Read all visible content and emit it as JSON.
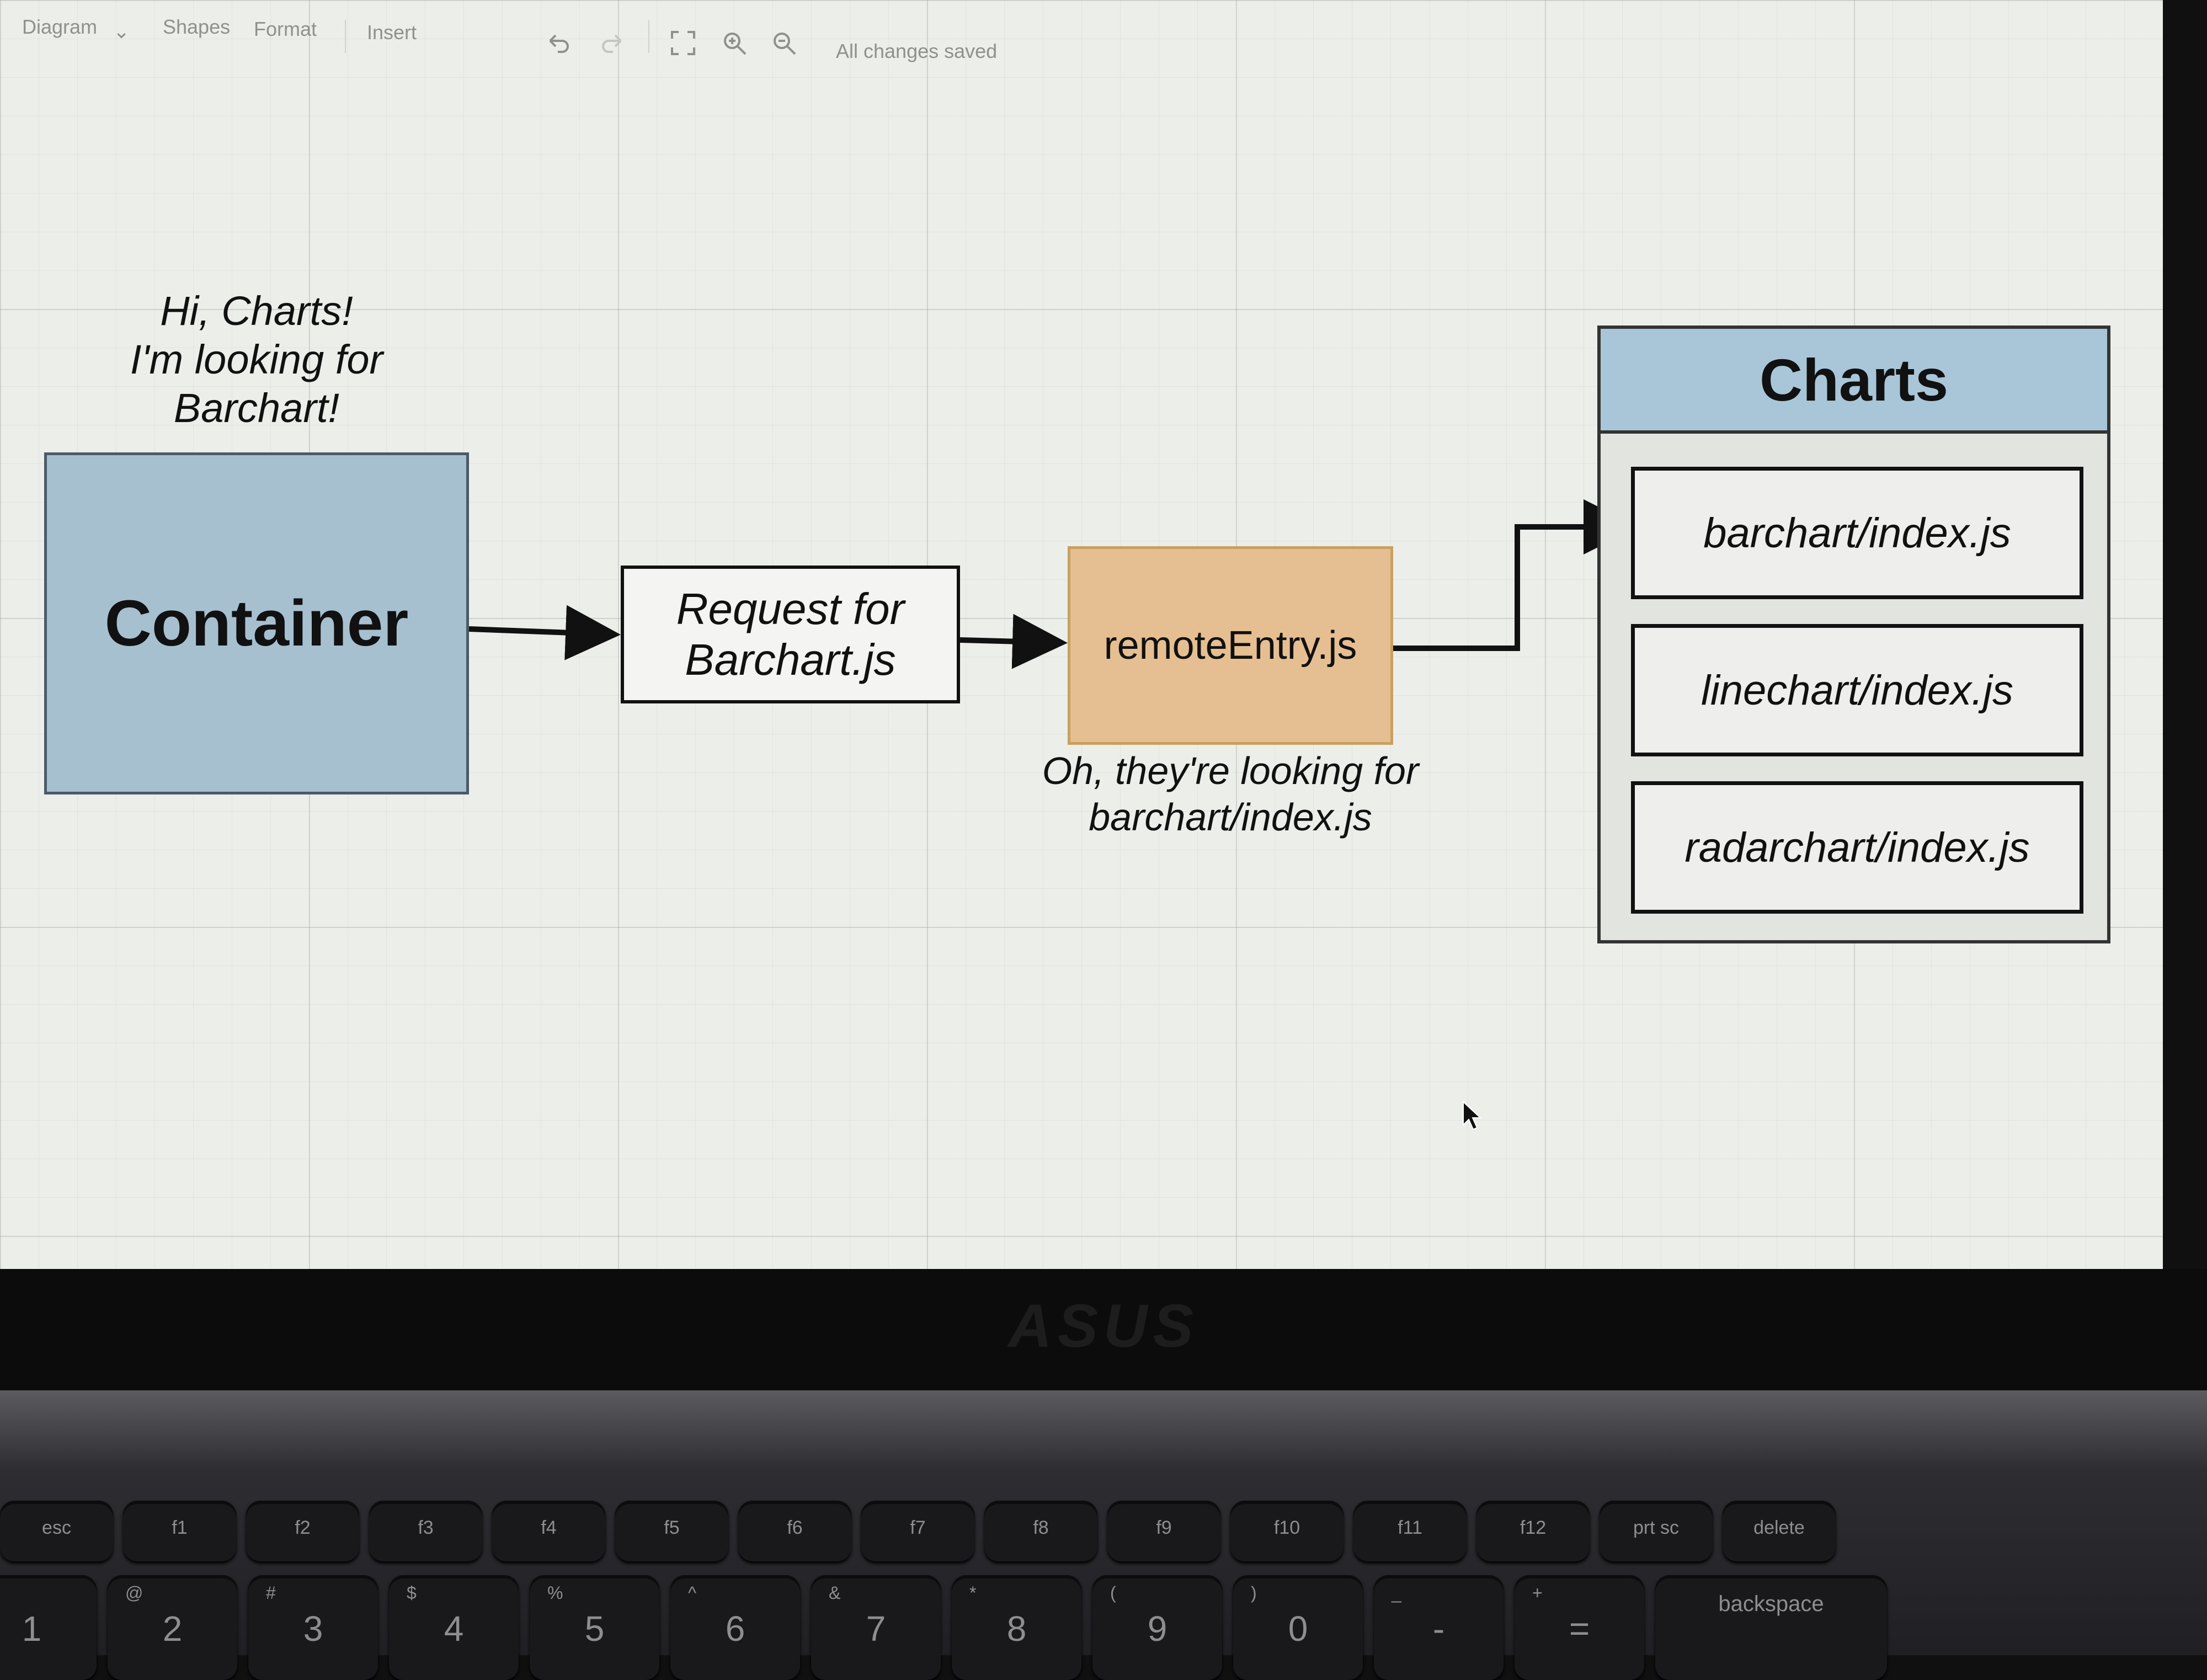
{
  "toolbar": {
    "diagram_menu": "Diagram",
    "shapes_menu": "Shapes",
    "format_menu": "Format",
    "insert_menu": "Insert",
    "status": "All changes saved"
  },
  "diagram": {
    "container_note": "Hi, Charts!\nI'm looking for\nBarchart!",
    "container_label": "Container",
    "request_label": "Request for\nBarchart.js",
    "remote_label": "remoteEntry.js",
    "remote_note": "Oh, they're looking for\nbarchart/index.js",
    "charts_title": "Charts",
    "chart_items": [
      "barchart/index.js",
      "linechart/index.js",
      "radarchart/index.js"
    ]
  },
  "colors": {
    "container_fill": "#a6c0d0",
    "remote_fill": "#e5bf92",
    "charts_header_fill": "#a9c6d9"
  },
  "laptop": {
    "brand": "ASUS",
    "function_keys": [
      "esc",
      "f1",
      "f2",
      "f3",
      "f4",
      "f5",
      "f6",
      "f7",
      "f8",
      "f9",
      "f10",
      "f11",
      "f12",
      "prt sc",
      "delete"
    ],
    "number_keys": [
      {
        "main": "1",
        "sub": "!"
      },
      {
        "main": "2",
        "sub": "@"
      },
      {
        "main": "3",
        "sub": "#"
      },
      {
        "main": "4",
        "sub": "$"
      },
      {
        "main": "5",
        "sub": "%"
      },
      {
        "main": "6",
        "sub": "^"
      },
      {
        "main": "7",
        "sub": "&"
      },
      {
        "main": "8",
        "sub": "*"
      },
      {
        "main": "9",
        "sub": "("
      },
      {
        "main": "0",
        "sub": ")"
      },
      {
        "main": "-",
        "sub": "_"
      },
      {
        "main": "=",
        "sub": "+"
      },
      {
        "main": "backspace",
        "sub": ""
      }
    ]
  }
}
